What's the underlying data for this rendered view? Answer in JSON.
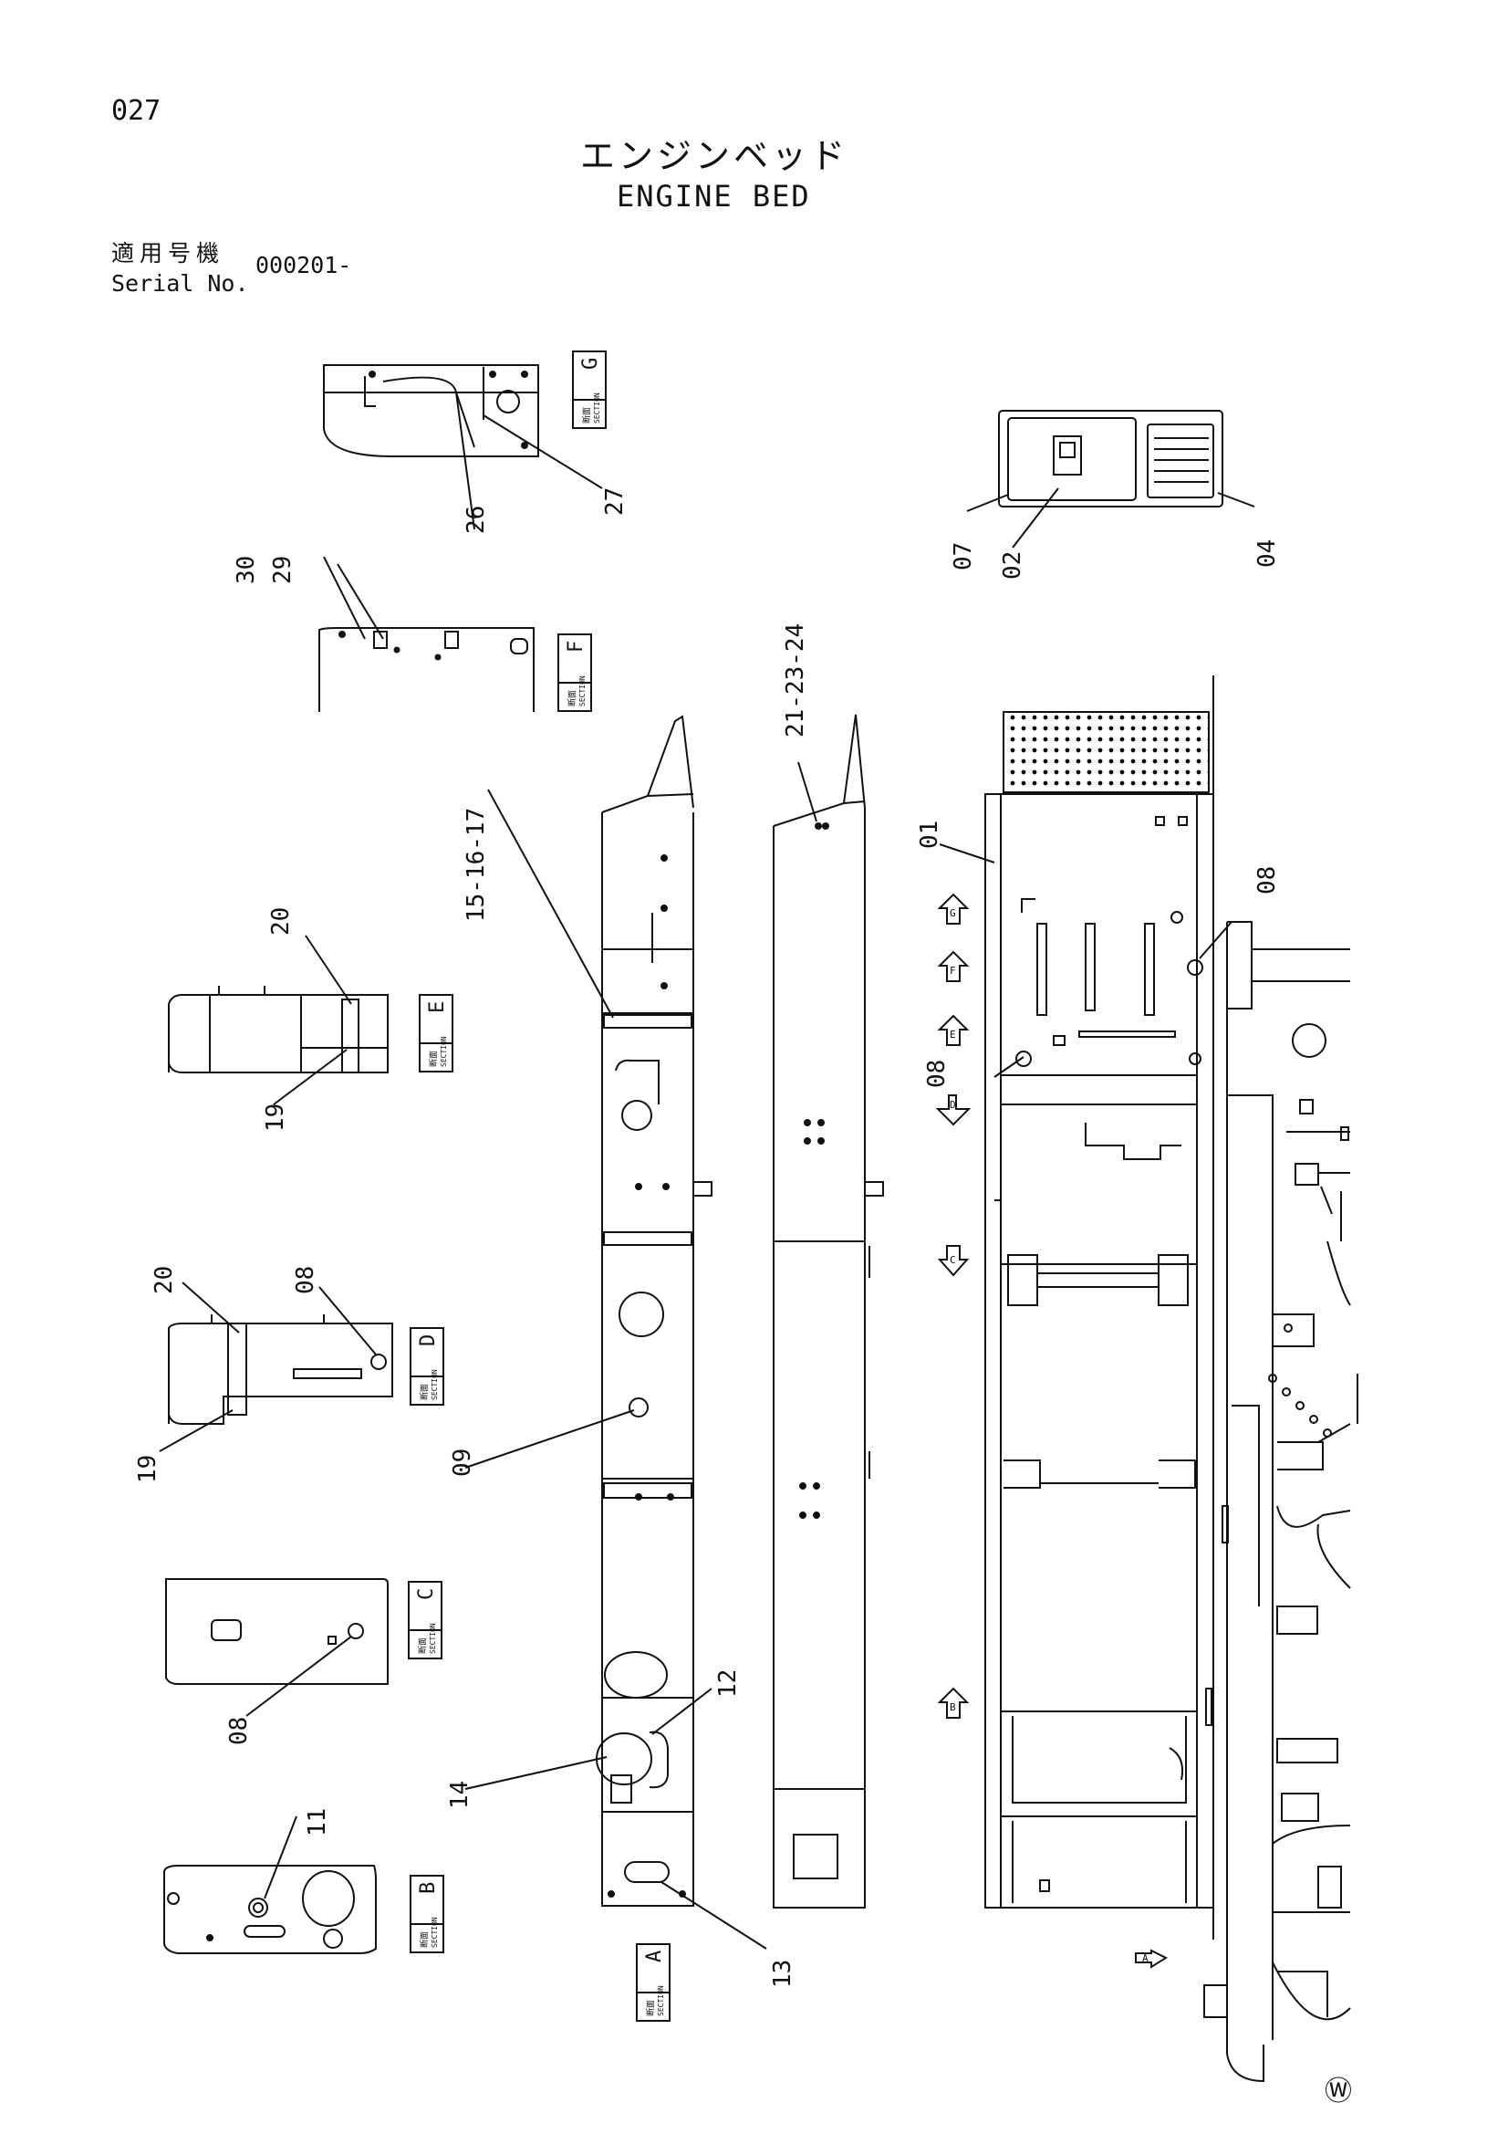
{
  "header": {
    "page_number": "027",
    "title_jp": "エンジンベッド",
    "title_en": "ENGINE BED",
    "serial_label_jp": "適用号機",
    "serial_label_en": "Serial No.",
    "serial_value": "000201-"
  },
  "section_tag": {
    "label": "SECTION",
    "kanji": "断面"
  },
  "sections": [
    {
      "letter": "G",
      "parts": [
        "26",
        "27"
      ]
    },
    {
      "letter": "F",
      "parts": [
        "30",
        "29"
      ]
    },
    {
      "letter": "E",
      "parts": [
        "20",
        "19"
      ]
    },
    {
      "letter": "D",
      "parts": [
        "20",
        "08",
        "19"
      ]
    },
    {
      "letter": "C",
      "parts": [
        "08"
      ]
    },
    {
      "letter": "B",
      "parts": [
        "11"
      ]
    },
    {
      "letter": "A",
      "parts": [
        "15-16-17",
        "09",
        "14",
        "12",
        "13"
      ]
    }
  ],
  "callouts": {
    "p26": "26",
    "p27": "27",
    "p30": "30",
    "p29": "29",
    "p20e": "20",
    "p19e": "19",
    "p20d": "20",
    "p08d": "08",
    "p19d": "19",
    "p08c": "08",
    "p11": "11",
    "p15": "15-16-17",
    "p09": "09",
    "p14": "14",
    "p12": "12",
    "p13": "13",
    "p21": "21-23-24",
    "p07": "07",
    "p02": "02",
    "p04": "04",
    "p01": "01",
    "p08a": "08",
    "p08b": "08"
  },
  "view_arrows": [
    "G",
    "F",
    "E",
    "D",
    "C",
    "B",
    "A"
  ],
  "corner_mark": "Ⓦ"
}
